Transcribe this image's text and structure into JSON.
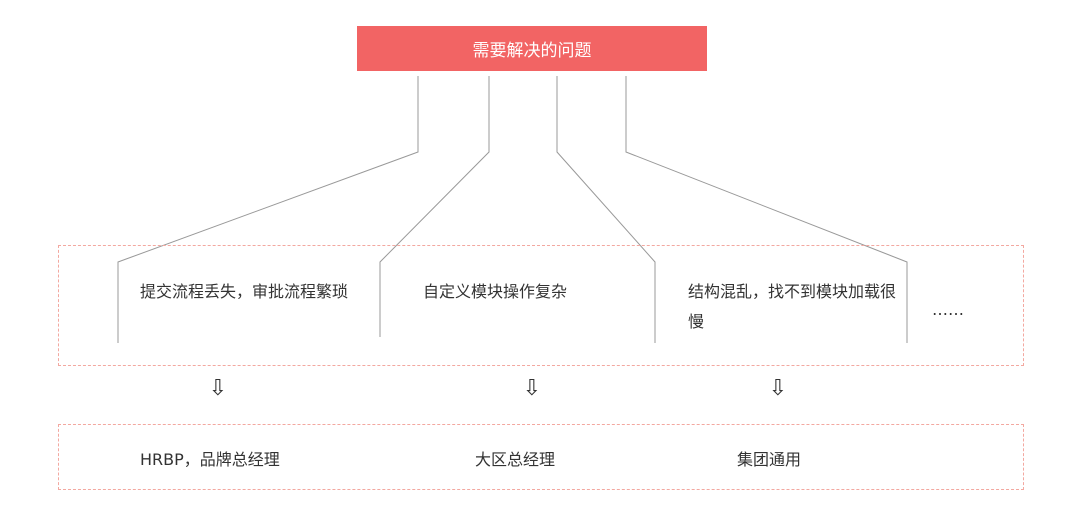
{
  "title": "需要解决的问题",
  "problems": [
    "提交流程丢失，审批流程繁琐",
    "自定义模块操作复杂",
    "结构混乱，找不到模块加载很慢",
    "……"
  ],
  "arrow_glyph": "⇩",
  "audiences": [
    "HRBP，品牌总经理",
    "大区总经理",
    "集团通用"
  ],
  "colors": {
    "accent": "#f26464",
    "dashed_border": "#f3a8a0",
    "line": "#999999"
  }
}
